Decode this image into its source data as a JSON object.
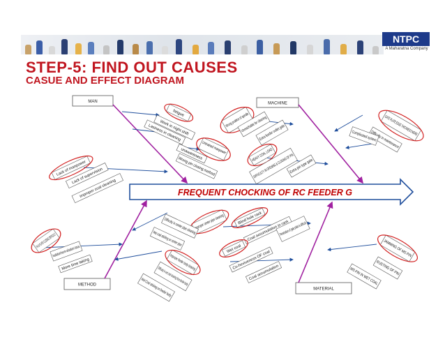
{
  "banner": {
    "logo_text": "NTPC",
    "logo_subtext": "A Maharatna Company"
  },
  "title": "STEP-5: FIND OUT CAUSES",
  "subtitle": "CASUE AND EFFECT DIAGRAM",
  "effect": "FREQUENT CHOCKING OF RC FEEDER G",
  "categories": {
    "man": "MAN",
    "machine": "MACHINE",
    "method": "METHOD",
    "material": "MATERIAL"
  },
  "man_causes": [
    "fatigue",
    "Work in night shift",
    "Lasiness in cleaning",
    "Untrained manpower",
    "unawareness",
    "Wrong pin closing method",
    "Lack of manpower",
    "Lack of supervision",
    "improper coal cleaning"
  ],
  "machine_causes": [
    "Wrong position of spindle",
    "Unreachable for cleaning",
    "Extra feeder outlet gate",
    "HEAVY COAL LOAD",
    "DIFFICULTY IN OPENING & CLOSING OF PIN",
    "Extra pin type gate",
    "GATE PLATE EDGE THICKNESS MORE",
    "Difficulty in maintenance",
    "Complicated system"
  ],
  "method_causes": [
    "improper center pipe cleaning",
    "Difficulty in center pipe cleaning",
    "Wet coal sticking on center pipe",
    "Pin & PLATE CLOSING DIFFICULT",
    "Isolation/norm alization issue",
    "More time taking",
    "Improper feeder body cleaning",
    "Difficulty in wet coal cleaning from feeder body",
    "Wet Coal sticking on feeder body"
  ],
  "material_causes": [
    "Blind hole rack",
    "Coal accumulation in rack",
    "Penetration of gate plate is difficult",
    "Wet coal",
    "Co-heviveness OF coal",
    "Coal accumulation",
    "JAMMING OF MS PIN",
    "RUSTING OF PIN",
    "MS PIN IN WET COAL"
  ],
  "colors": {
    "title": "#c0151f",
    "highlight_ring": "#d21f1f",
    "spine": "#1f4e9c",
    "bone": "#a020a0",
    "effect_text": "#c00000"
  }
}
